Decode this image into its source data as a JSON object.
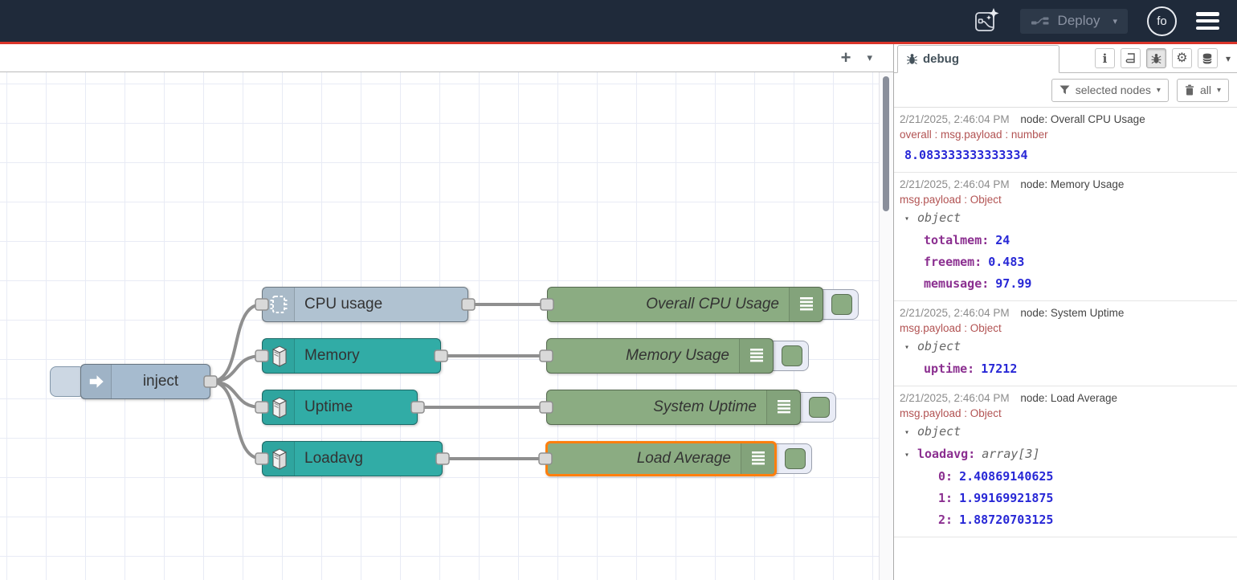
{
  "icons": {
    "caret_down": "▾",
    "plus": "+",
    "info": "i",
    "gear": "⚙"
  },
  "colors": {
    "header_bg": "#1f2a3a",
    "alert_red": "#da352a",
    "node_steel": "#a6bbcf",
    "node_teal": "#31aca6",
    "node_green": "#8bac82",
    "selection_orange": "#ff7f0e",
    "debug_meta": "#b25353",
    "debug_key": "#8b2f90",
    "debug_number": "#2828d6"
  },
  "header": {
    "deploy_label": "Deploy",
    "avatar_label": "fo"
  },
  "flow": {
    "nodes": {
      "inject": {
        "label": "inject"
      },
      "cpu": {
        "label": "CPU usage"
      },
      "memory": {
        "label": "Memory"
      },
      "uptime": {
        "label": "Uptime"
      },
      "loadavg": {
        "label": "Loadavg"
      },
      "overall_cpu": {
        "label": "Overall CPU Usage"
      },
      "memory_usage": {
        "label": "Memory Usage"
      },
      "system_uptime": {
        "label": "System Uptime"
      },
      "load_average": {
        "label": "Load Average",
        "selected": true
      }
    }
  },
  "sidebar": {
    "tab_label": "debug",
    "filter_label": "selected nodes",
    "clear_label": "all",
    "messages": [
      {
        "time": "2/21/2025, 2:46:04 PM",
        "node": "node: Overall CPU Usage",
        "meta": "overall : msg.payload : number",
        "value": "8.083333333333334"
      },
      {
        "time": "2/21/2025, 2:46:04 PM",
        "node": "node: Memory Usage",
        "meta": "msg.payload : Object",
        "root": "object",
        "rows": [
          {
            "key": "totalmem:",
            "value": "24"
          },
          {
            "key": "freemem:",
            "value": "0.483"
          },
          {
            "key": "memusage:",
            "value": "97.99"
          }
        ]
      },
      {
        "time": "2/21/2025, 2:46:04 PM",
        "node": "node: System Uptime",
        "meta": "msg.payload : Object",
        "root": "object",
        "rows": [
          {
            "key": "uptime:",
            "value": "17212"
          }
        ]
      },
      {
        "time": "2/21/2025, 2:46:04 PM",
        "node": "node: Load Average",
        "meta": "msg.payload : Object",
        "root": "object",
        "array_key": "loadavg:",
        "array_type": "array[3]",
        "items": [
          {
            "key": "0:",
            "value": "2.40869140625"
          },
          {
            "key": "1:",
            "value": "1.99169921875"
          },
          {
            "key": "2:",
            "value": "1.88720703125"
          }
        ]
      }
    ]
  }
}
